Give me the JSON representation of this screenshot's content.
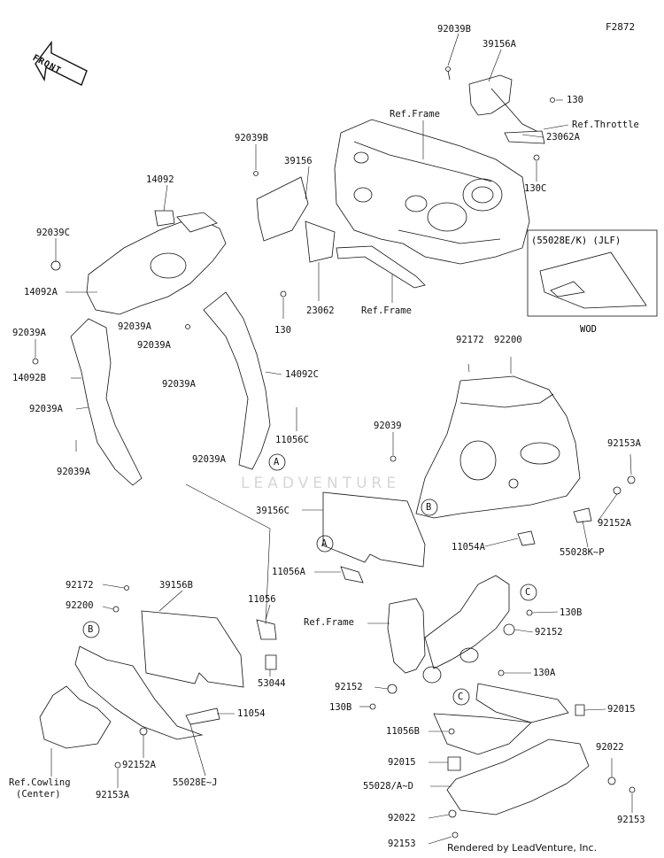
{
  "figure_id": "F2872",
  "front_label": "FRONT",
  "watermark": "LEADVENTURE",
  "inset": {
    "title": "(55028E/K)  (JLF)",
    "caption": "WOD"
  },
  "footer": "Rendered by LeadVenture, Inc.",
  "callouts": [
    {
      "id": "c1",
      "text": "92039B"
    },
    {
      "id": "c2",
      "text": "39156A"
    },
    {
      "id": "c3",
      "text": "130"
    },
    {
      "id": "c4",
      "text": "Ref.Frame"
    },
    {
      "id": "c5",
      "text": "Ref.Throttle"
    },
    {
      "id": "c6",
      "text": "23062A"
    },
    {
      "id": "c7",
      "text": "130C"
    },
    {
      "id": "c8",
      "text": "92039B"
    },
    {
      "id": "c9",
      "text": "39156"
    },
    {
      "id": "c10",
      "text": "14092"
    },
    {
      "id": "c11",
      "text": "92039C"
    },
    {
      "id": "c12",
      "text": "14092A"
    },
    {
      "id": "c13",
      "text": "92039A"
    },
    {
      "id": "c14",
      "text": "92039A"
    },
    {
      "id": "c15",
      "text": "14092B"
    },
    {
      "id": "c16",
      "text": "92039A"
    },
    {
      "id": "c17",
      "text": "92039A"
    },
    {
      "id": "c18",
      "text": "92039A"
    },
    {
      "id": "c19",
      "text": "92039A"
    },
    {
      "id": "c20",
      "text": "92039A"
    },
    {
      "id": "c21",
      "text": "14092C"
    },
    {
      "id": "c22",
      "text": "11056C"
    },
    {
      "id": "c23",
      "text": "130"
    },
    {
      "id": "c24",
      "text": "23062"
    },
    {
      "id": "c25",
      "text": "Ref.Frame"
    },
    {
      "id": "c26",
      "text": "92172"
    },
    {
      "id": "c27",
      "text": "92200"
    },
    {
      "id": "c28",
      "text": "92039"
    },
    {
      "id": "c29",
      "text": "92153A"
    },
    {
      "id": "c30",
      "text": "92152A"
    },
    {
      "id": "c31",
      "text": "39156C"
    },
    {
      "id": "c32",
      "text": "11054A"
    },
    {
      "id": "c33",
      "text": "55028K~P"
    },
    {
      "id": "c34",
      "text": "11056A"
    },
    {
      "id": "c35",
      "text": "92172"
    },
    {
      "id": "c36",
      "text": "39156B"
    },
    {
      "id": "c37",
      "text": "11056"
    },
    {
      "id": "c38",
      "text": "92200"
    },
    {
      "id": "c39",
      "text": "53044"
    },
    {
      "id": "c40",
      "text": "11054"
    },
    {
      "id": "c41",
      "text": "Ref.Cowling"
    },
    {
      "id": "c42",
      "text": "(Center)"
    },
    {
      "id": "c43",
      "text": "92152A"
    },
    {
      "id": "c44",
      "text": "55028E~J"
    },
    {
      "id": "c45",
      "text": "92153A"
    },
    {
      "id": "c46",
      "text": "Ref.Frame"
    },
    {
      "id": "c47",
      "text": "130B"
    },
    {
      "id": "c48",
      "text": "92152"
    },
    {
      "id": "c49",
      "text": "130A"
    },
    {
      "id": "c50",
      "text": "92152"
    },
    {
      "id": "c51",
      "text": "130B"
    },
    {
      "id": "c52",
      "text": "92015"
    },
    {
      "id": "c53",
      "text": "11056B"
    },
    {
      "id": "c54",
      "text": "92015"
    },
    {
      "id": "c55",
      "text": "92022"
    },
    {
      "id": "c56",
      "text": "55028/A~D"
    },
    {
      "id": "c57",
      "text": "92022"
    },
    {
      "id": "c58",
      "text": "92153"
    },
    {
      "id": "c59",
      "text": "92153"
    }
  ],
  "reference_circles": [
    {
      "id": "r1",
      "text": "A"
    },
    {
      "id": "r2",
      "text": "A"
    },
    {
      "id": "r3",
      "text": "B"
    },
    {
      "id": "r4",
      "text": "B"
    },
    {
      "id": "r5",
      "text": "C"
    },
    {
      "id": "r6",
      "text": "C"
    }
  ]
}
